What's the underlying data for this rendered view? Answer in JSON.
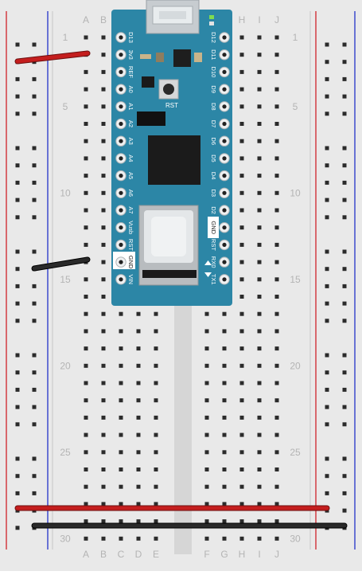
{
  "breadboard": {
    "column_letters": [
      "A",
      "B",
      "C",
      "D",
      "E",
      "F",
      "G",
      "H",
      "I",
      "J"
    ],
    "row_numbers": [
      "1",
      "5",
      "10",
      "15",
      "20",
      "25",
      "30"
    ],
    "rows": 30,
    "colors": {
      "board": "#e9e9e9",
      "hole": "#2b2b2b",
      "rail_red": "#d0222a",
      "rail_blue": "#2433c9",
      "label": "#b4b4b4",
      "trench": "#d6d6d6"
    }
  },
  "board": {
    "name": "Arduino Nano",
    "color": "#2c86a6",
    "left_pins": [
      "D13",
      "3v3",
      "REF",
      "A0",
      "A1",
      "A2",
      "A3",
      "A4",
      "A5",
      "A6",
      "A7",
      "Vusb",
      "RST",
      "GND",
      "VIN"
    ],
    "right_pins": [
      "D12",
      "D11",
      "D10",
      "D9",
      "D8",
      "D7",
      "D6",
      "D5",
      "D4",
      "D3",
      "D2",
      "GND",
      "RST",
      "RX0",
      "TX1"
    ],
    "reset_label": "RST",
    "usb_icon": "usb-connector-icon",
    "led_icon": "led-icon"
  },
  "wires": [
    {
      "name": "red-jumper-wire-top",
      "color": "#c41e1e"
    },
    {
      "name": "black-jumper-wire-middle",
      "color": "#222222"
    },
    {
      "name": "red-jumper-wire-bottom",
      "color": "#c41e1e"
    },
    {
      "name": "black-jumper-wire-bottom",
      "color": "#222222"
    }
  ]
}
